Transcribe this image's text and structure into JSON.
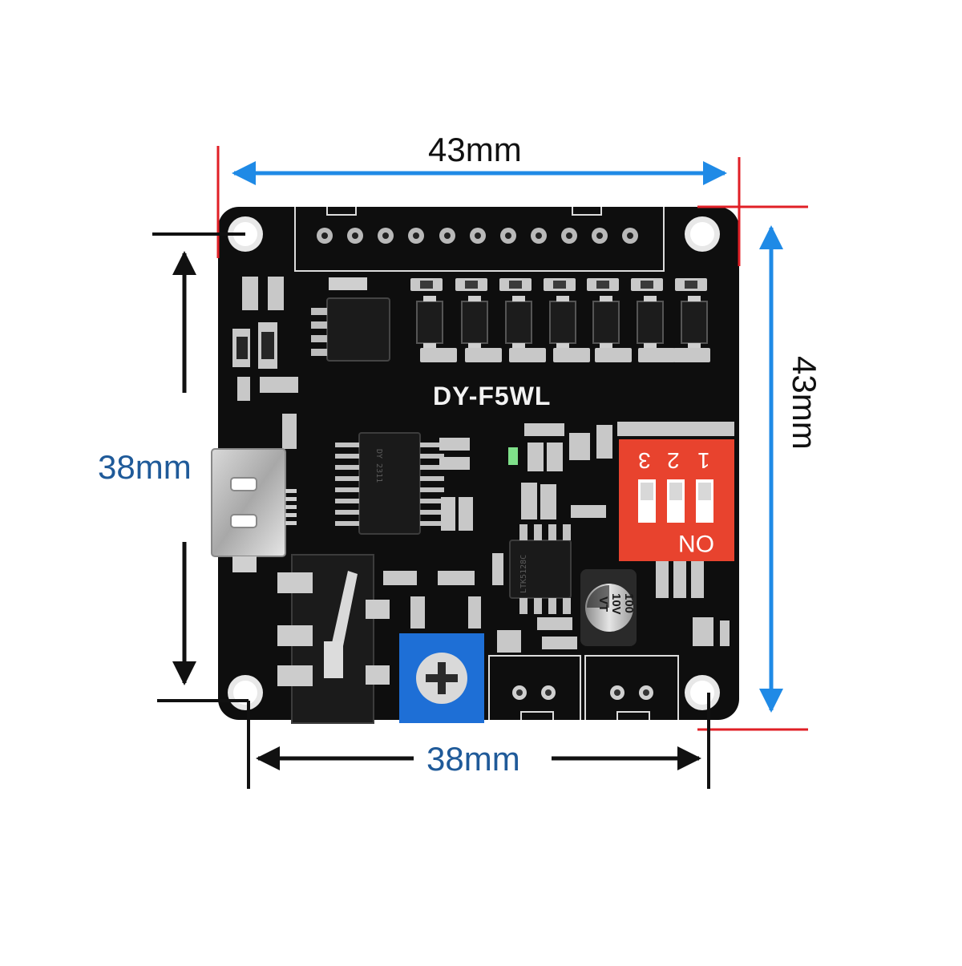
{
  "product": {
    "board_label": "DY-F5WL"
  },
  "dimensions": {
    "top_width": "43mm",
    "right_height": "43mm",
    "left_hole_spacing": "38mm",
    "bottom_hole_spacing": "38mm"
  },
  "dip_switch": {
    "numbers": [
      "3",
      "2",
      "1"
    ],
    "on_label": "ON"
  },
  "components": {
    "capacitor_value": "100",
    "capacitor_voltage": "10V",
    "capacitor_code": "VT",
    "amp_chip_text": "LTK5128C",
    "main_chip_text": "DY 2311"
  },
  "colors": {
    "board": "#0e0e0e",
    "arrow_blue": "#1f8ae6",
    "edge_red": "#e01f26",
    "dip_red": "#e8432e",
    "pot_blue": "#1e6fd6"
  }
}
